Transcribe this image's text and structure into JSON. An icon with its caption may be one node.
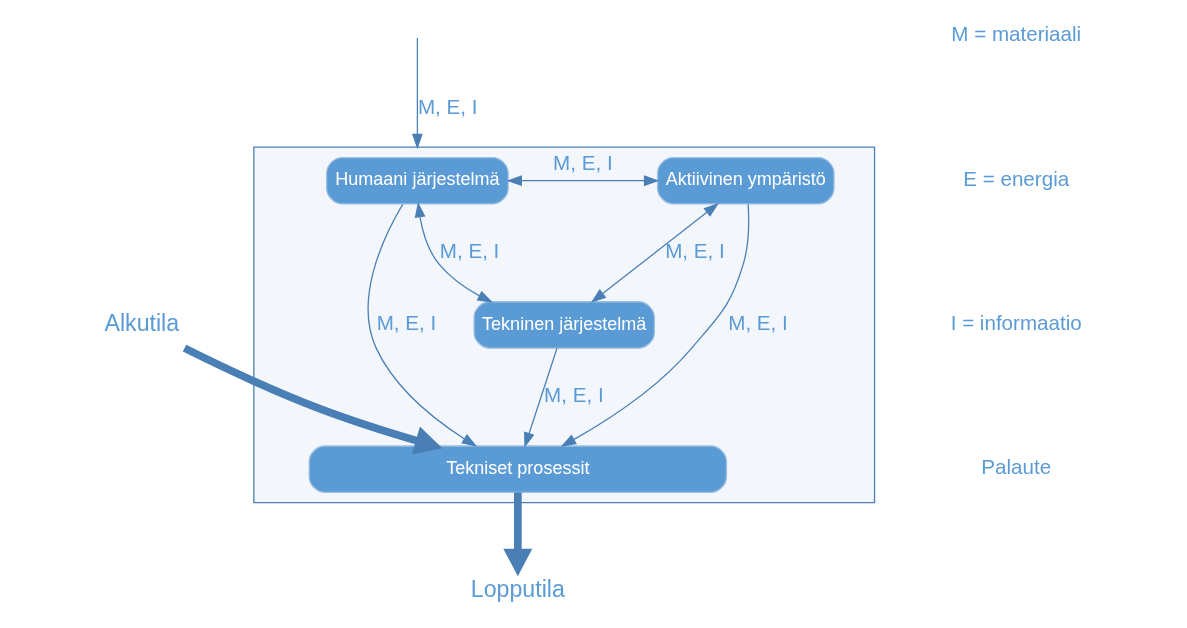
{
  "diagram": {
    "nodes": [
      {
        "text": [],
        "shape": "box"
      },
      {
        "text": [
          "Humaani järjestelmä"
        ],
        "in": 0
      },
      {
        "text": [
          "Aktiivinen ympäristö"
        ],
        "in": 0
      },
      {
        "text": [
          "Tekninen järjestelmä"
        ],
        "in": 0
      },
      {
        "text": [
          "Tekniset prosessit"
        ],
        "in": 0
      },
      {
        "text": [
          "Alkutila"
        ]
      },
      {
        "text": [
          "Lopputila"
        ]
      }
    ],
    "edges": [
      {
        "from": null,
        "to": 0,
        "arrow": "to",
        "label": "M, E, I"
      },
      {
        "from": 1,
        "to": 2,
        "arrow": "both",
        "label": "M, E, I"
      },
      {
        "from": 1,
        "to": 3,
        "arrow": "both",
        "label": "M, E, I"
      },
      {
        "from": 2,
        "to": 3,
        "arrow": "both",
        "label": "M, E, I"
      },
      {
        "from": 1,
        "to": 4,
        "arrow": "to",
        "label": "M, E, I"
      },
      {
        "from": 3,
        "to": 4,
        "arrow": "to",
        "label": "M, E, I"
      },
      {
        "from": 2,
        "to": 4,
        "arrow": "to",
        "label": "M, E, I"
      },
      {
        "from": 5,
        "to": 4,
        "arrow": "to",
        "style": "thick"
      },
      {
        "from": 4,
        "to": 6,
        "arrow": "to",
        "style": "thick"
      }
    ],
    "labels": [
      "M = materiaali",
      "E = energia",
      "I = informaatio",
      "Palaute"
    ]
  }
}
